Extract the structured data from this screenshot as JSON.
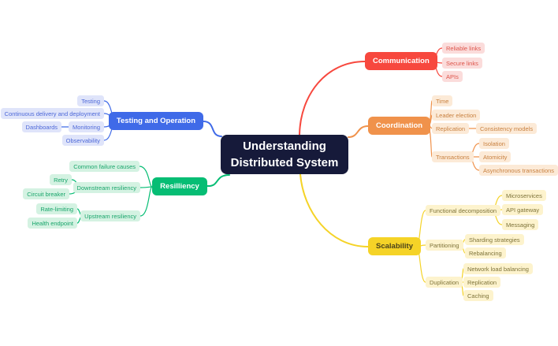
{
  "app": {
    "title": "Understanding Distributed System mind map"
  },
  "palette": {
    "canvas": "#ffffff",
    "center_bg": "#161a3a",
    "center_text": "#ffffff",
    "red": "#f7483e",
    "red_light": "#fbdcdb",
    "red_text": "#dd554b",
    "orange": "#f0924b",
    "orange_light": "#fcead7",
    "orange_text": "#c8803f",
    "blue": "#3f6ae8",
    "blue_light": "#dfe4fa",
    "blue_text": "#4d68d8",
    "green": "#06bd74",
    "green_light": "#d4f2e2",
    "green_text": "#19a56b",
    "yellow": "#f5d327",
    "yellow_light": "#fdf3cd",
    "yellow_text": "#7e7339",
    "yellow_main_text": "#4a421a"
  },
  "center": {
    "line1": "Understanding",
    "line2": "Distributed System"
  },
  "branches": [
    {
      "label": "Communication",
      "color": "#f7483e",
      "children": [
        {
          "label": "Reliable links"
        },
        {
          "label": "Secure links"
        },
        {
          "label": "APIs"
        }
      ]
    },
    {
      "label": "Coordination",
      "color": "#f0924b",
      "children": [
        {
          "label": "Time"
        },
        {
          "label": "Leader election"
        },
        {
          "label": "Replication",
          "children": [
            {
              "label": "Consistency models"
            }
          ]
        },
        {
          "label": "Transactions",
          "children": [
            {
              "label": "Isolation"
            },
            {
              "label": "Atomicity"
            },
            {
              "label": "Asynchronous transactions"
            }
          ]
        }
      ]
    },
    {
      "label": "Scalability",
      "color": "#f5d327",
      "children": [
        {
          "label": "Functional decomposition",
          "children": [
            {
              "label": "Microservices"
            },
            {
              "label": "API gateway"
            },
            {
              "label": "Messaging"
            }
          ]
        },
        {
          "label": "Partitioning",
          "children": [
            {
              "label": "Sharding strategies"
            },
            {
              "label": "Rebalancing"
            }
          ]
        },
        {
          "label": "Duplication",
          "children": [
            {
              "label": "Network load balancing"
            },
            {
              "label": "Replication"
            },
            {
              "label": "Caching"
            }
          ]
        }
      ]
    },
    {
      "label": "Testing and Operation",
      "color": "#3f6ae8",
      "children": [
        {
          "label": "Testing"
        },
        {
          "label": "Continuous delivery and deployment"
        },
        {
          "label": "Monitoring",
          "children": [
            {
              "label": "Dashboards"
            }
          ]
        },
        {
          "label": "Observability"
        }
      ]
    },
    {
      "label": "Resilliency",
      "color": "#06bd74",
      "children": [
        {
          "label": "Common failure causes"
        },
        {
          "label": "Downstream resiliency",
          "children": [
            {
              "label": "Retry"
            },
            {
              "label": "Circuit breaker"
            }
          ]
        },
        {
          "label": "Upstream resiliency",
          "children": [
            {
              "label": "Rate-limiting"
            },
            {
              "label": "Health endpoint"
            }
          ]
        }
      ]
    }
  ]
}
